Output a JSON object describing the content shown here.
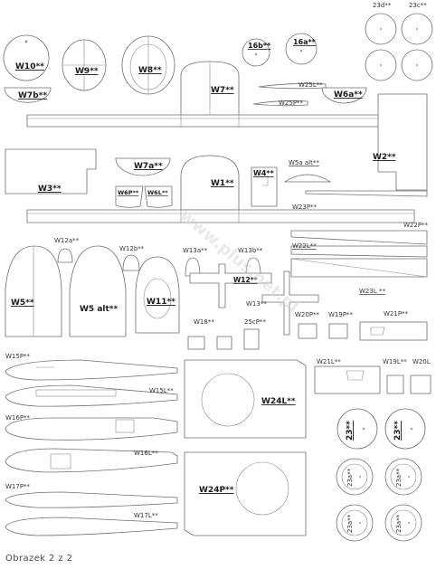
{
  "labels": {
    "w10": "W10**",
    "w9": "W9**",
    "w8": "W8**",
    "w7b": "W7b**",
    "w7": "W7**",
    "w16b": "16b**",
    "w16a": "16a**",
    "w25l": "W25L**",
    "w25p": "W25P**",
    "w6a": "W6a**",
    "w23d": "23d**",
    "w23c": "23c**",
    "w3": "W3**",
    "w7a": "W7a**",
    "w6p": "W6P**",
    "w6l": "W6L**",
    "w1": "W1**",
    "w4": "W4**",
    "w5a_alt": "W5a alt**",
    "w2": "W2**",
    "w23p": "W23P**",
    "w22p": "W22P**",
    "w12a": "W12a**",
    "w12b": "W12b**",
    "w13a": "W13a**",
    "w13b": "W13b**",
    "w22l": "W22L**",
    "w12": "W12**",
    "w5": "W5**",
    "w5_alt": "W5 alt**",
    "w11": "W11**",
    "w23l": "W23L **",
    "w13": "W13**",
    "w18": "W18**",
    "w25cp": "25cP**",
    "w20p": "W20P**",
    "w19p": "W19P**",
    "w21p": "W21P**",
    "w15p": "W15P**",
    "w15l": "W15L**",
    "w24l": "W24L**",
    "w21l": "W21L**",
    "w19l": "W19L**",
    "w20l": "W20L",
    "w16p": "W16P**",
    "w23_1": "23**",
    "w23_2": "23**",
    "w16l": "W16L**",
    "w17p": "W17P**",
    "w24p": "W24P**",
    "w23a": "23a**",
    "w17l": "W17L**"
  },
  "watermark": "www.plus.net.pl",
  "caption": "Obrazek 2 z 2"
}
